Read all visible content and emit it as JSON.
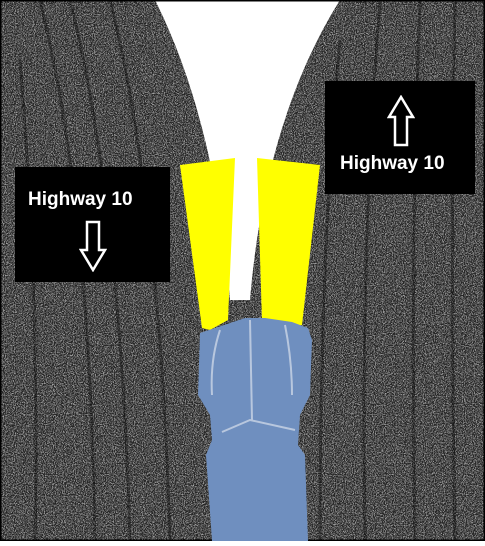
{
  "map": {
    "labels": {
      "left": {
        "text": "Highway 10",
        "direction": "down"
      },
      "right": {
        "text": "Highway 10",
        "direction": "up"
      }
    },
    "colors": {
      "background": "#ffffff",
      "road_base": "#1a1a1a",
      "road_texture": "#e8e8e8",
      "yellow_fill": "#ffff00",
      "blue_fill": "#6f8fbf",
      "crack_lines": "#b8c7de",
      "label_bg": "#000000",
      "label_text": "#ffffff"
    }
  }
}
